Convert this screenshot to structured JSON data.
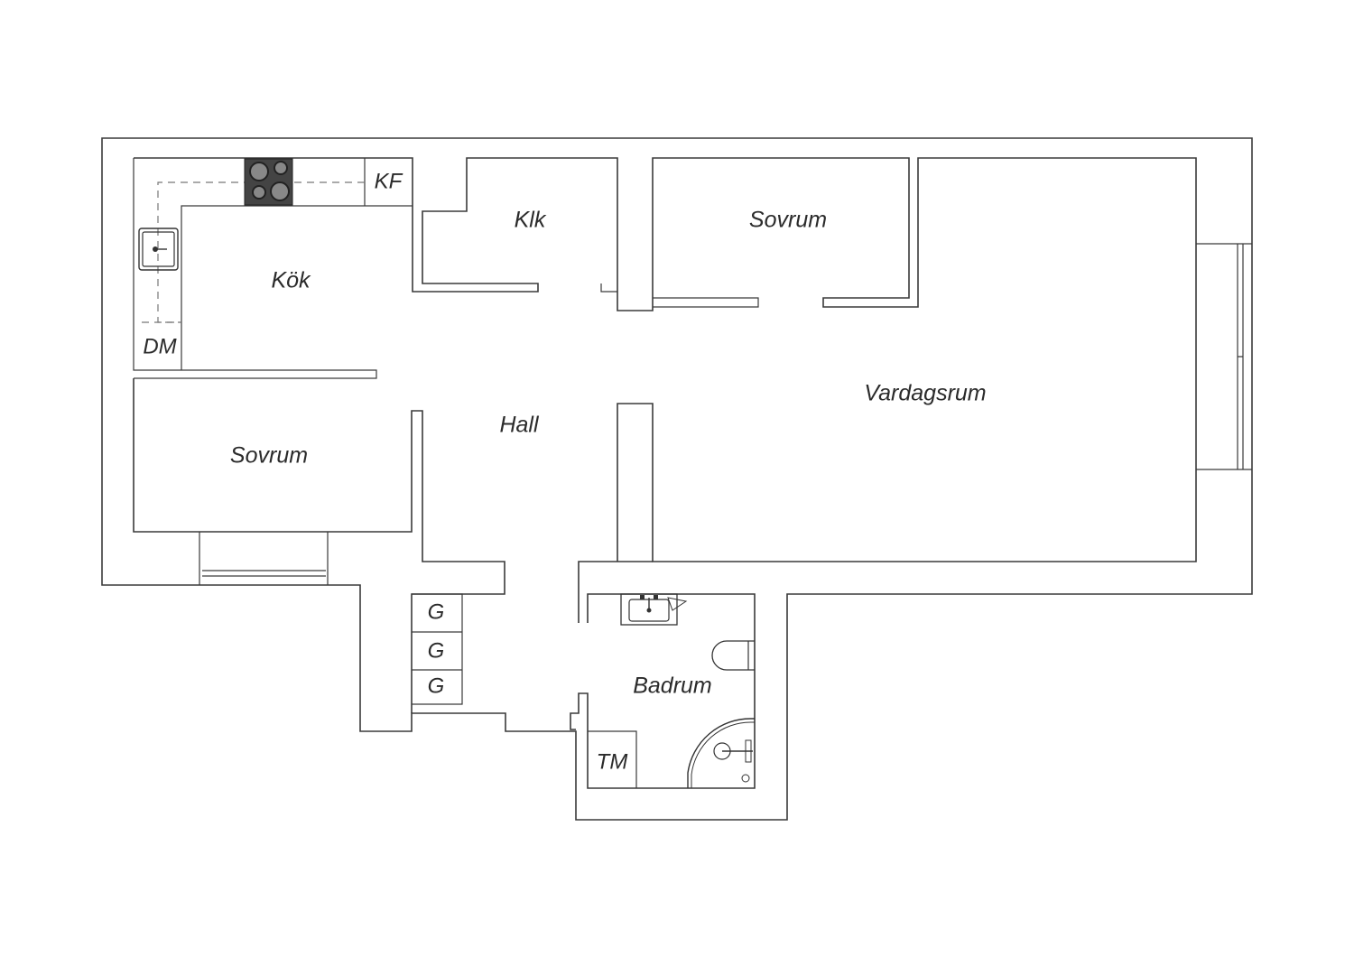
{
  "rooms": {
    "kok": "Kök",
    "klk": "Klk",
    "sovrum_top": "Sovrum",
    "vardagsrum": "Vardagsrum",
    "hall": "Hall",
    "sovrum_left": "Sovrum",
    "badrum": "Badrum"
  },
  "fixtures": {
    "kf": "KF",
    "dm": "DM",
    "tm": "TM",
    "g1": "G",
    "g2": "G",
    "g3": "G"
  },
  "icons": {
    "stove": "stove-icon",
    "kitchen_sink": "kitchen-sink-icon",
    "wash_basin": "wash-basin-icon",
    "toilet": "toilet-icon",
    "shower": "shower-icon"
  }
}
